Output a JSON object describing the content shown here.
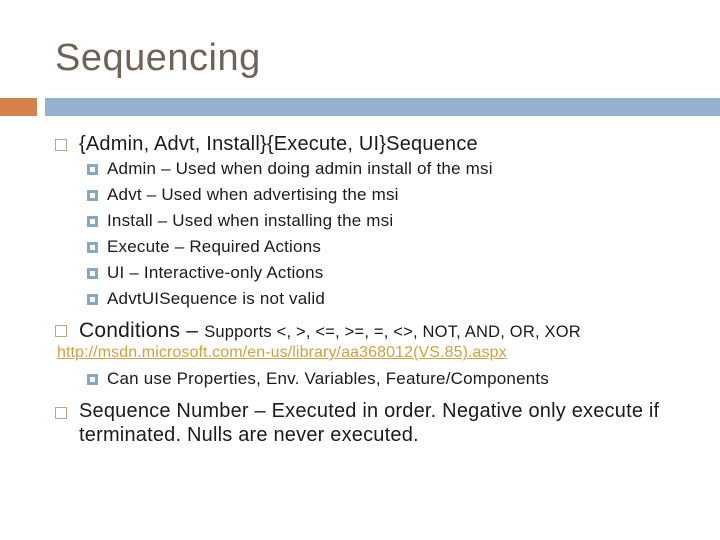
{
  "slide": {
    "title": "Sequencing",
    "bullets": {
      "b1": {
        "text": "{Admin, Advt, Install}{Execute, UI}Sequence",
        "subs": [
          "Admin – Used when doing admin install of the msi",
          "Advt – Used when advertising the msi",
          "Install – Used when installing the msi",
          "Execute – Required Actions",
          "UI – Interactive-only Actions",
          "AdvtUISequence is not valid"
        ]
      },
      "b2": {
        "lead": "Conditions – ",
        "detail": "Supports <, >, <=, >=, =, <>, NOT, AND, OR, XOR",
        "link": "http://msdn.microsoft.com/en-us/library/aa368012(VS.85).aspx",
        "subs": [
          "Can use Properties, Env. Variables, Feature/Components"
        ]
      },
      "b3": {
        "text": "Sequence Number – Executed in order. Negative only execute if terminated. Nulls are never executed."
      }
    },
    "colors": {
      "title": "#6f6257",
      "accent_orange": "#d4824a",
      "accent_blue": "#93b2ce",
      "bullet_level1_border": "#c6a285",
      "bullet_level2": "#86a9c3",
      "link": "#cda23f",
      "body_text": "#1b1b1b",
      "background": "#ffffff"
    }
  }
}
